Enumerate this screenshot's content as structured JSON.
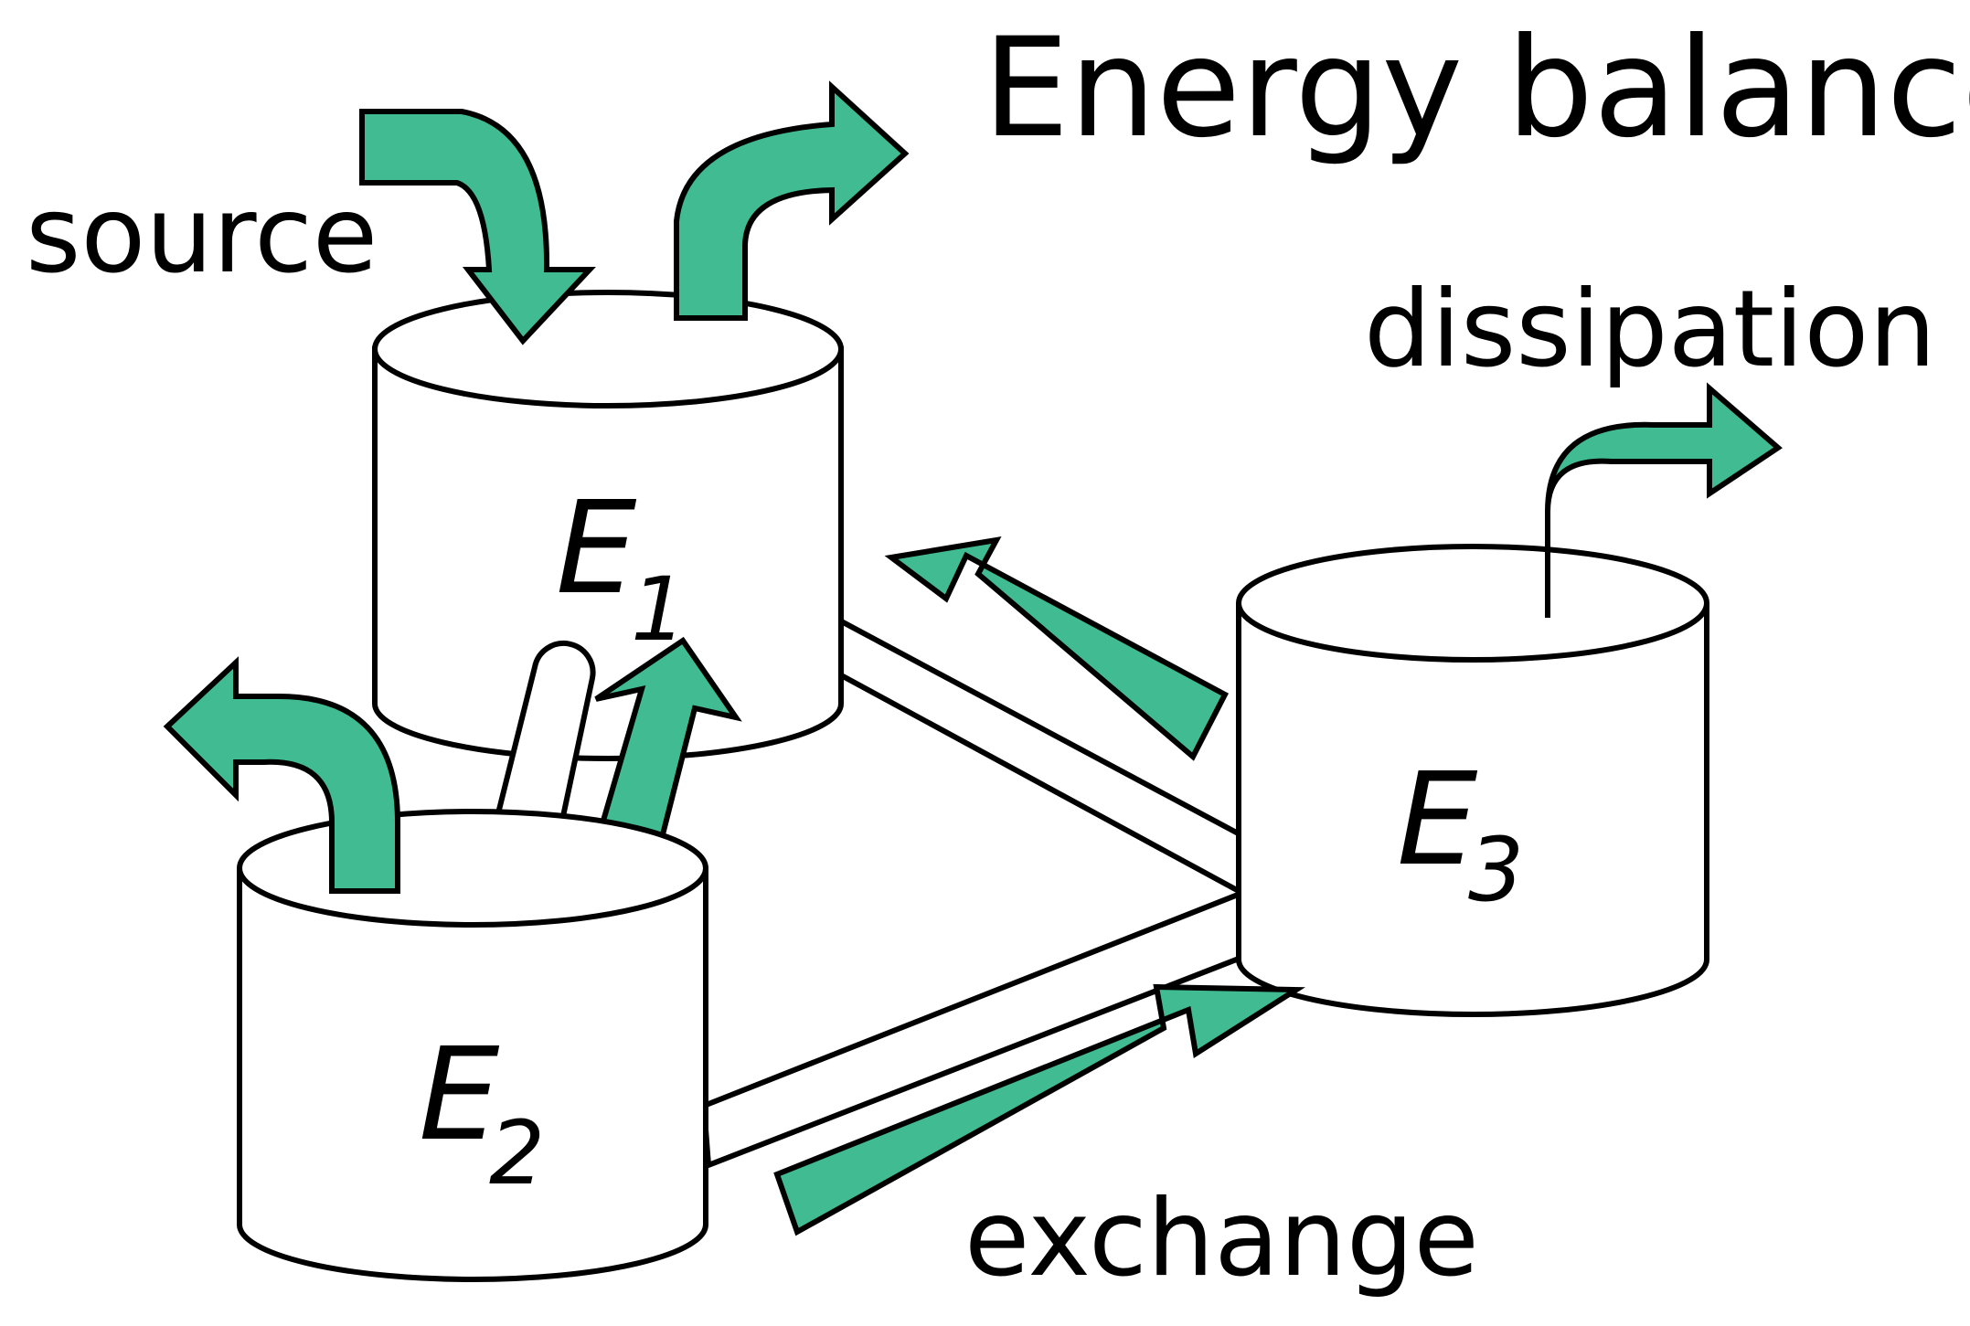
{
  "title": "Energy balance",
  "labels": {
    "source": "source",
    "dissipation": "dissipation",
    "exchange": "exchange"
  },
  "reservoirs": [
    {
      "symbol": "E",
      "subscript": "1"
    },
    {
      "symbol": "E",
      "subscript": "2"
    },
    {
      "symbol": "E",
      "subscript": "3"
    }
  ],
  "colors": {
    "arrow_fill": "#41bb92",
    "stroke": "#000000",
    "background": "#ffffff"
  }
}
